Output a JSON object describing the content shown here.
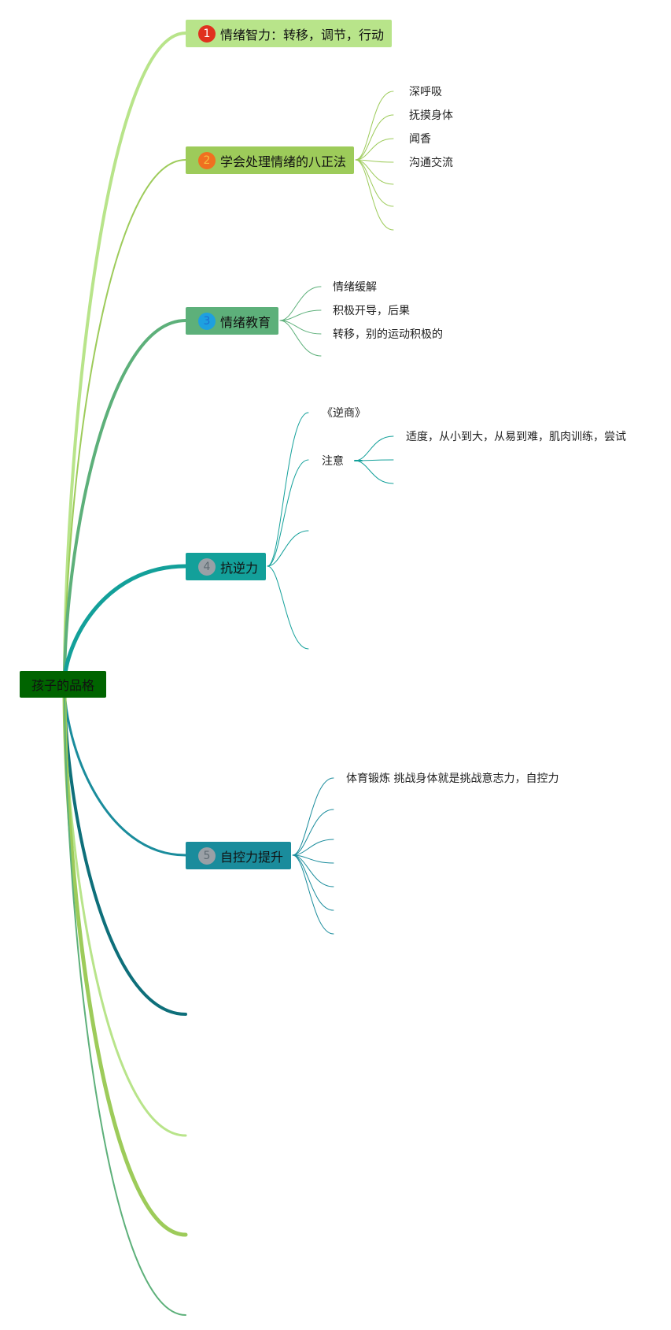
{
  "root": {
    "label": "孩子的品格",
    "bg_color": "#006400"
  },
  "topics": [
    {
      "number": "1",
      "label": "情绪智力：转移，调节，行动",
      "bg_color": "#b8e48a",
      "marker_color": "#e0301e",
      "marker_text_color": "#ffffff",
      "branch_color": "#b8e48a",
      "children": []
    },
    {
      "number": "2",
      "label": "学会处理情绪的八正法",
      "bg_color": "#9dcb5a",
      "marker_color": "#f07020",
      "marker_text_color": "#f5c040",
      "branch_color": "#9dcb5a",
      "children": [
        "深呼吸",
        "抚摸身体",
        "闻香",
        "沟通交流",
        "",
        "",
        ""
      ]
    },
    {
      "number": "3",
      "label": "情绪教育",
      "bg_color": "#5db07a",
      "marker_color": "#1ea0e0",
      "marker_text_color": "#1e6fd0",
      "branch_color": "#5db07a",
      "children": [
        "情绪缓解",
        "积极开导，后果",
        "转移，别的运动积极的",
        ""
      ]
    },
    {
      "number": "4",
      "label": "抗逆力",
      "bg_color": "#13a09a",
      "marker_color": "#9aa0a6",
      "marker_text_color": "#5f6b73",
      "branch_color": "#13a09a",
      "children": [
        {
          "label": "《逆商》",
          "children": []
        },
        {
          "label": "注意",
          "children": [
            "适度，从小到大，从易到难，肌肉训练，尝试",
            "",
            ""
          ]
        },
        {
          "label": "",
          "children": []
        },
        {
          "label": "",
          "children": []
        }
      ]
    },
    {
      "number": "5",
      "label": "自控力提升",
      "bg_color": "#1a8c9c",
      "marker_color": "#9aa0a6",
      "marker_text_color": "#5f6b73",
      "branch_color": "#1a8c9c",
      "children": [
        "体育锻炼 挑战身体就是挑战意志力，自控力",
        "",
        "",
        "",
        "",
        "",
        ""
      ]
    }
  ],
  "empty_branches": [
    {
      "color": "#0e6f7a"
    },
    {
      "color": "#b8e48a"
    },
    {
      "color": "#9dcb5a"
    },
    {
      "color": "#5db07a"
    }
  ]
}
